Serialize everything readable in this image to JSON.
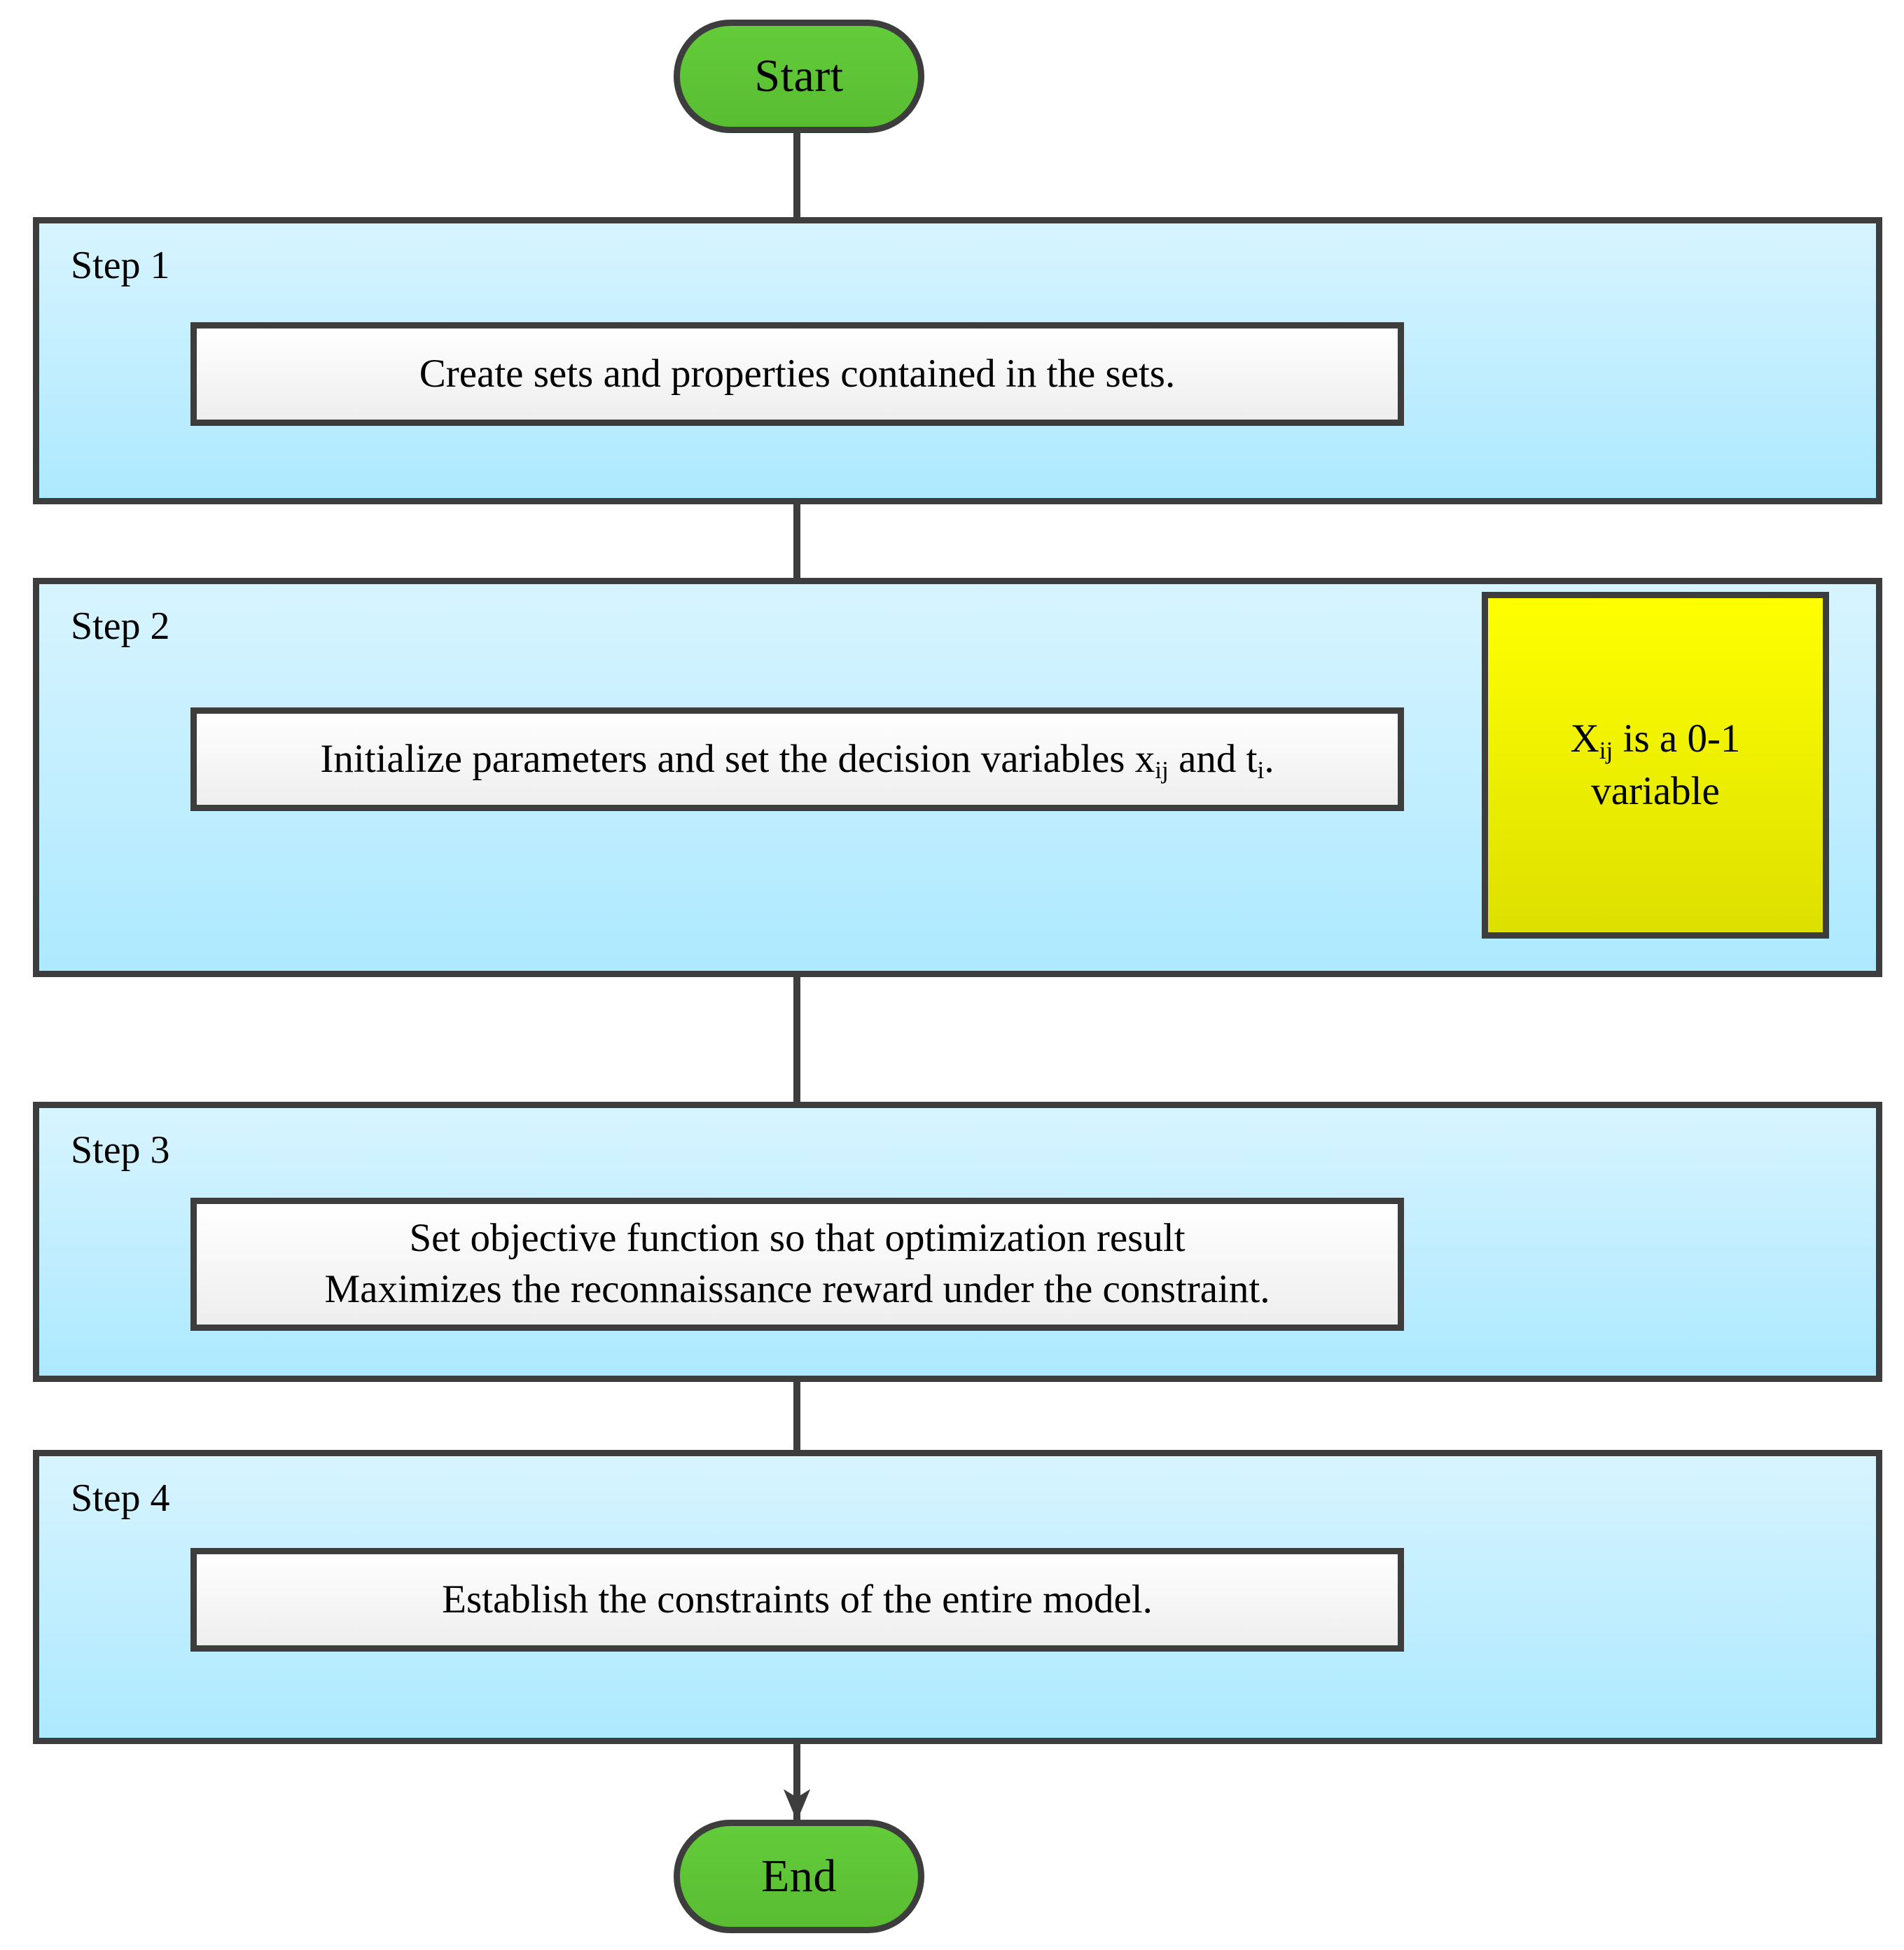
{
  "diagram": {
    "type": "flowchart",
    "orientation": "top-to-bottom",
    "start_node": {
      "label": "Start",
      "shape": "stadium",
      "fill": "#5ec235"
    },
    "end_node": {
      "label": "End",
      "shape": "stadium",
      "fill": "#5ec235"
    },
    "groups": [
      {
        "label": "Step 1",
        "fill_top": "#d7f4ff",
        "fill_bottom": "#ade9ff",
        "process": {
          "lines": [
            "Create sets and properties contained in the sets."
          ]
        }
      },
      {
        "label": "Step 2",
        "fill_top": "#d7f4ff",
        "fill_bottom": "#ade9ff",
        "process": {
          "lines_html": "Initialize parameters and set the decision variables x<sub>ij</sub> and t<sub>i</sub>.",
          "plain": "Initialize parameters and set the decision variables xij and ti."
        },
        "note": {
          "html": "X<sub>ij</sub> is a 0-1 variable",
          "plain": "Xij is a 0-1 variable",
          "fill_top": "#ffff00",
          "fill_bottom": "#dde000"
        }
      },
      {
        "label": "Step 3",
        "fill_top": "#d7f4ff",
        "fill_bottom": "#ade9ff",
        "process": {
          "lines": [
            "Set objective function so that optimization result",
            "Maximizes the reconnaissance reward under the constraint."
          ]
        }
      },
      {
        "label": "Step 4",
        "fill_top": "#d7f4ff",
        "fill_bottom": "#ade9ff",
        "process": {
          "lines": [
            "Establish the constraints of the entire model."
          ]
        }
      }
    ],
    "edges": [
      {
        "from": "Start",
        "to": "Step 1 process",
        "style": "solid-arrow"
      },
      {
        "from": "Step 1 process",
        "to": "Step 2 process",
        "style": "solid-arrow"
      },
      {
        "from": "Step 2 process",
        "to": "Step 3 process",
        "style": "solid-arrow"
      },
      {
        "from": "Step 3 process",
        "to": "Step 4 process",
        "style": "solid-arrow"
      },
      {
        "from": "Step 4 process",
        "to": "End",
        "style": "solid-arrow"
      }
    ],
    "colors": {
      "stroke": "#3d3d3d",
      "green": "#5ec235",
      "cyan": "#ade9ff",
      "yellow": "#ffff00",
      "text": "#000000"
    }
  }
}
